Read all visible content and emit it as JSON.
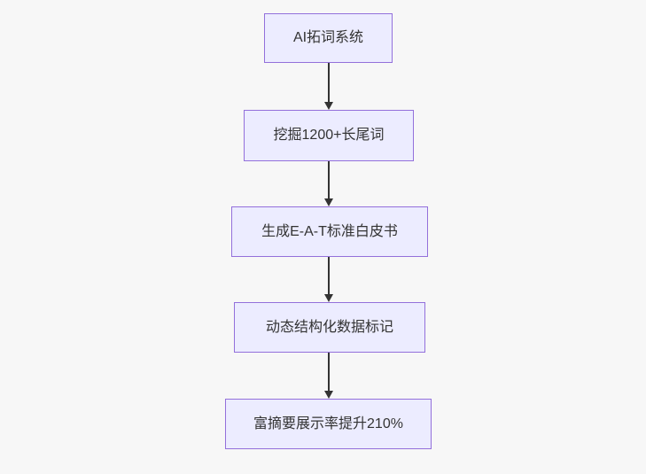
{
  "diagram": {
    "type": "flowchart",
    "direction": "top-down",
    "nodes": [
      {
        "id": "n1",
        "label": "AI拓词系统"
      },
      {
        "id": "n2",
        "label": "挖掘1200+长尾词"
      },
      {
        "id": "n3",
        "label": "生成E-A-T标准白皮书"
      },
      {
        "id": "n4",
        "label": "动态结构化数据标记"
      },
      {
        "id": "n5",
        "label": "富摘要展示率提升210%"
      }
    ],
    "edges": [
      {
        "from": "n1",
        "to": "n2"
      },
      {
        "from": "n2",
        "to": "n3"
      },
      {
        "from": "n3",
        "to": "n4"
      },
      {
        "from": "n4",
        "to": "n5"
      }
    ],
    "colors": {
      "background": "#f7f7f7",
      "node_fill": "#ECECFF",
      "node_border": "#9370DB",
      "text": "#333333",
      "arrow": "#333333"
    }
  }
}
